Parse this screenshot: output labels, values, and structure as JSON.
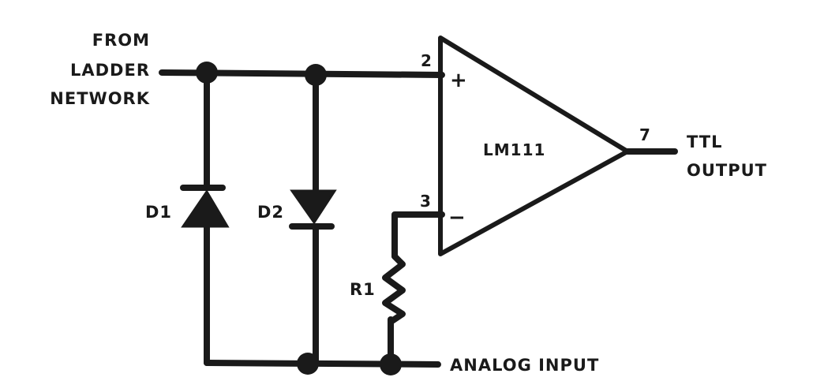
{
  "labels": {
    "from_ladder": [
      "FROM",
      "LADDER",
      "NETWORK"
    ],
    "ttl_output": [
      "TTL",
      "OUTPUT"
    ],
    "analog_input": "ANALOG INPUT",
    "d1": "D1",
    "d2": "D2",
    "r1": "R1"
  },
  "comparator": {
    "name": "LM111",
    "pin_noninverting": "2",
    "pin_inverting": "3",
    "pin_output": "7",
    "sign_noninverting": "+",
    "sign_inverting": "−"
  }
}
